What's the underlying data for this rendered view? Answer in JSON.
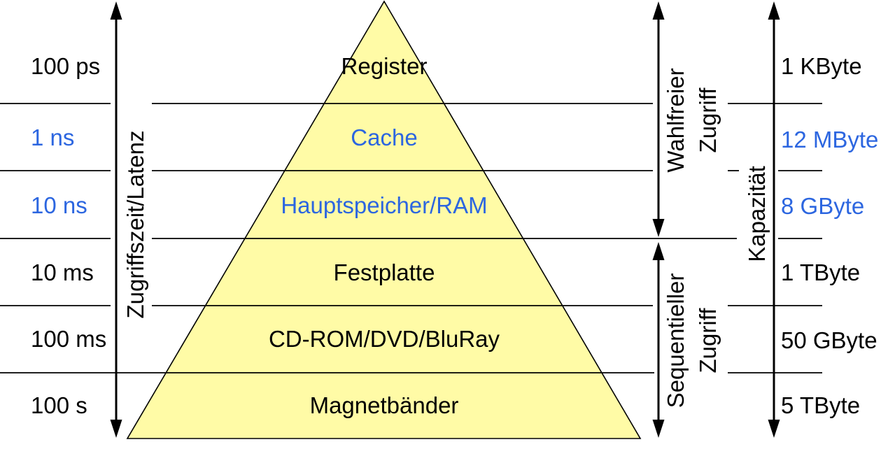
{
  "colors": {
    "highlight": "#2C66E0",
    "text": "#000000",
    "pyramid_fill": "#FFFBA6",
    "stroke": "#000000"
  },
  "pyramid": {
    "levels": [
      {
        "name": "Register",
        "color": "#000000"
      },
      {
        "name": "Cache",
        "color": "#2C66E0"
      },
      {
        "name": "Hauptspeicher/RAM",
        "color": "#2C66E0"
      },
      {
        "name": "Festplatte",
        "color": "#000000"
      },
      {
        "name": "CD-ROM/DVD/BluRay",
        "color": "#000000"
      },
      {
        "name": "Magnetbänder",
        "color": "#000000"
      }
    ]
  },
  "latency_axis": {
    "label": "Zugriffszeit/Latenz",
    "values": [
      {
        "text": "100 ps",
        "color": "#000000"
      },
      {
        "text": "1 ns",
        "color": "#2C66E0"
      },
      {
        "text": "10 ns",
        "color": "#2C66E0"
      },
      {
        "text": "10 ms",
        "color": "#000000"
      },
      {
        "text": "100 ms",
        "color": "#000000"
      },
      {
        "text": "100 s",
        "color": "#000000"
      }
    ]
  },
  "capacity_axis": {
    "label": "Kapazität",
    "values": [
      {
        "text": "1 KByte",
        "color": "#000000"
      },
      {
        "text": "12 MByte",
        "color": "#2C66E0"
      },
      {
        "text": "8 GByte",
        "color": "#2C66E0"
      },
      {
        "text": "1 TByte",
        "color": "#000000"
      },
      {
        "text": "50 GByte",
        "color": "#000000"
      },
      {
        "text": "5 TByte",
        "color": "#000000"
      }
    ]
  },
  "access_modes": {
    "random": {
      "line1": "Wahlfreier",
      "line2": "Zugriff"
    },
    "sequential": {
      "line1": "Sequentieller",
      "line2": "Zugriff"
    }
  }
}
